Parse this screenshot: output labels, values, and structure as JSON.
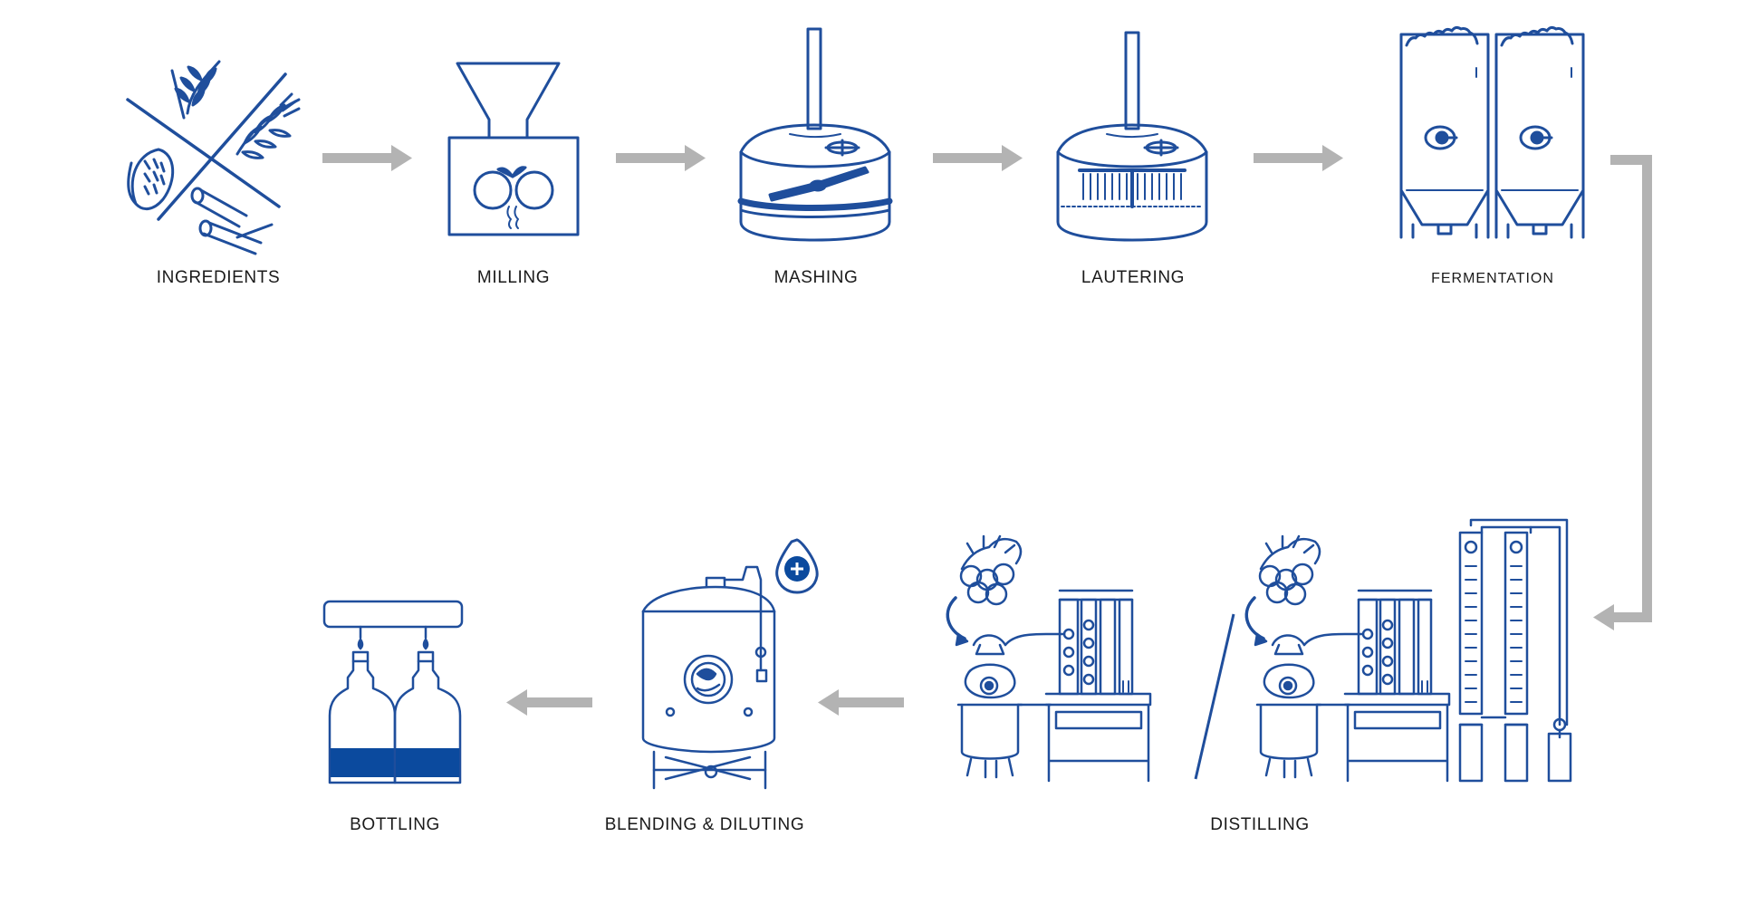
{
  "steps": [
    {
      "id": "ingredients",
      "label": "INGREDIENTS"
    },
    {
      "id": "milling",
      "label": "MILLING"
    },
    {
      "id": "mashing",
      "label": "MASHING"
    },
    {
      "id": "lautering",
      "label": "LAUTERING"
    },
    {
      "id": "fermentation",
      "label": "FERMENTATION"
    },
    {
      "id": "distilling",
      "label": "DISTILLING"
    },
    {
      "id": "blending",
      "label": "BLENDING & DILUTING"
    },
    {
      "id": "bottling",
      "label": "BOTTLING"
    }
  ],
  "colors": {
    "line": "#1f4e9c",
    "fill": "#0b4a9e",
    "arrow": "#b3b3b3",
    "text": "#1a1a1a"
  },
  "icons": [
    "grain-icon",
    "mill-icon",
    "mash-tun-icon",
    "lauter-tun-icon",
    "fermenter-icon",
    "still-icon",
    "column-still-icon",
    "blending-tank-icon",
    "water-drop-plus-icon",
    "bottles-icon"
  ]
}
